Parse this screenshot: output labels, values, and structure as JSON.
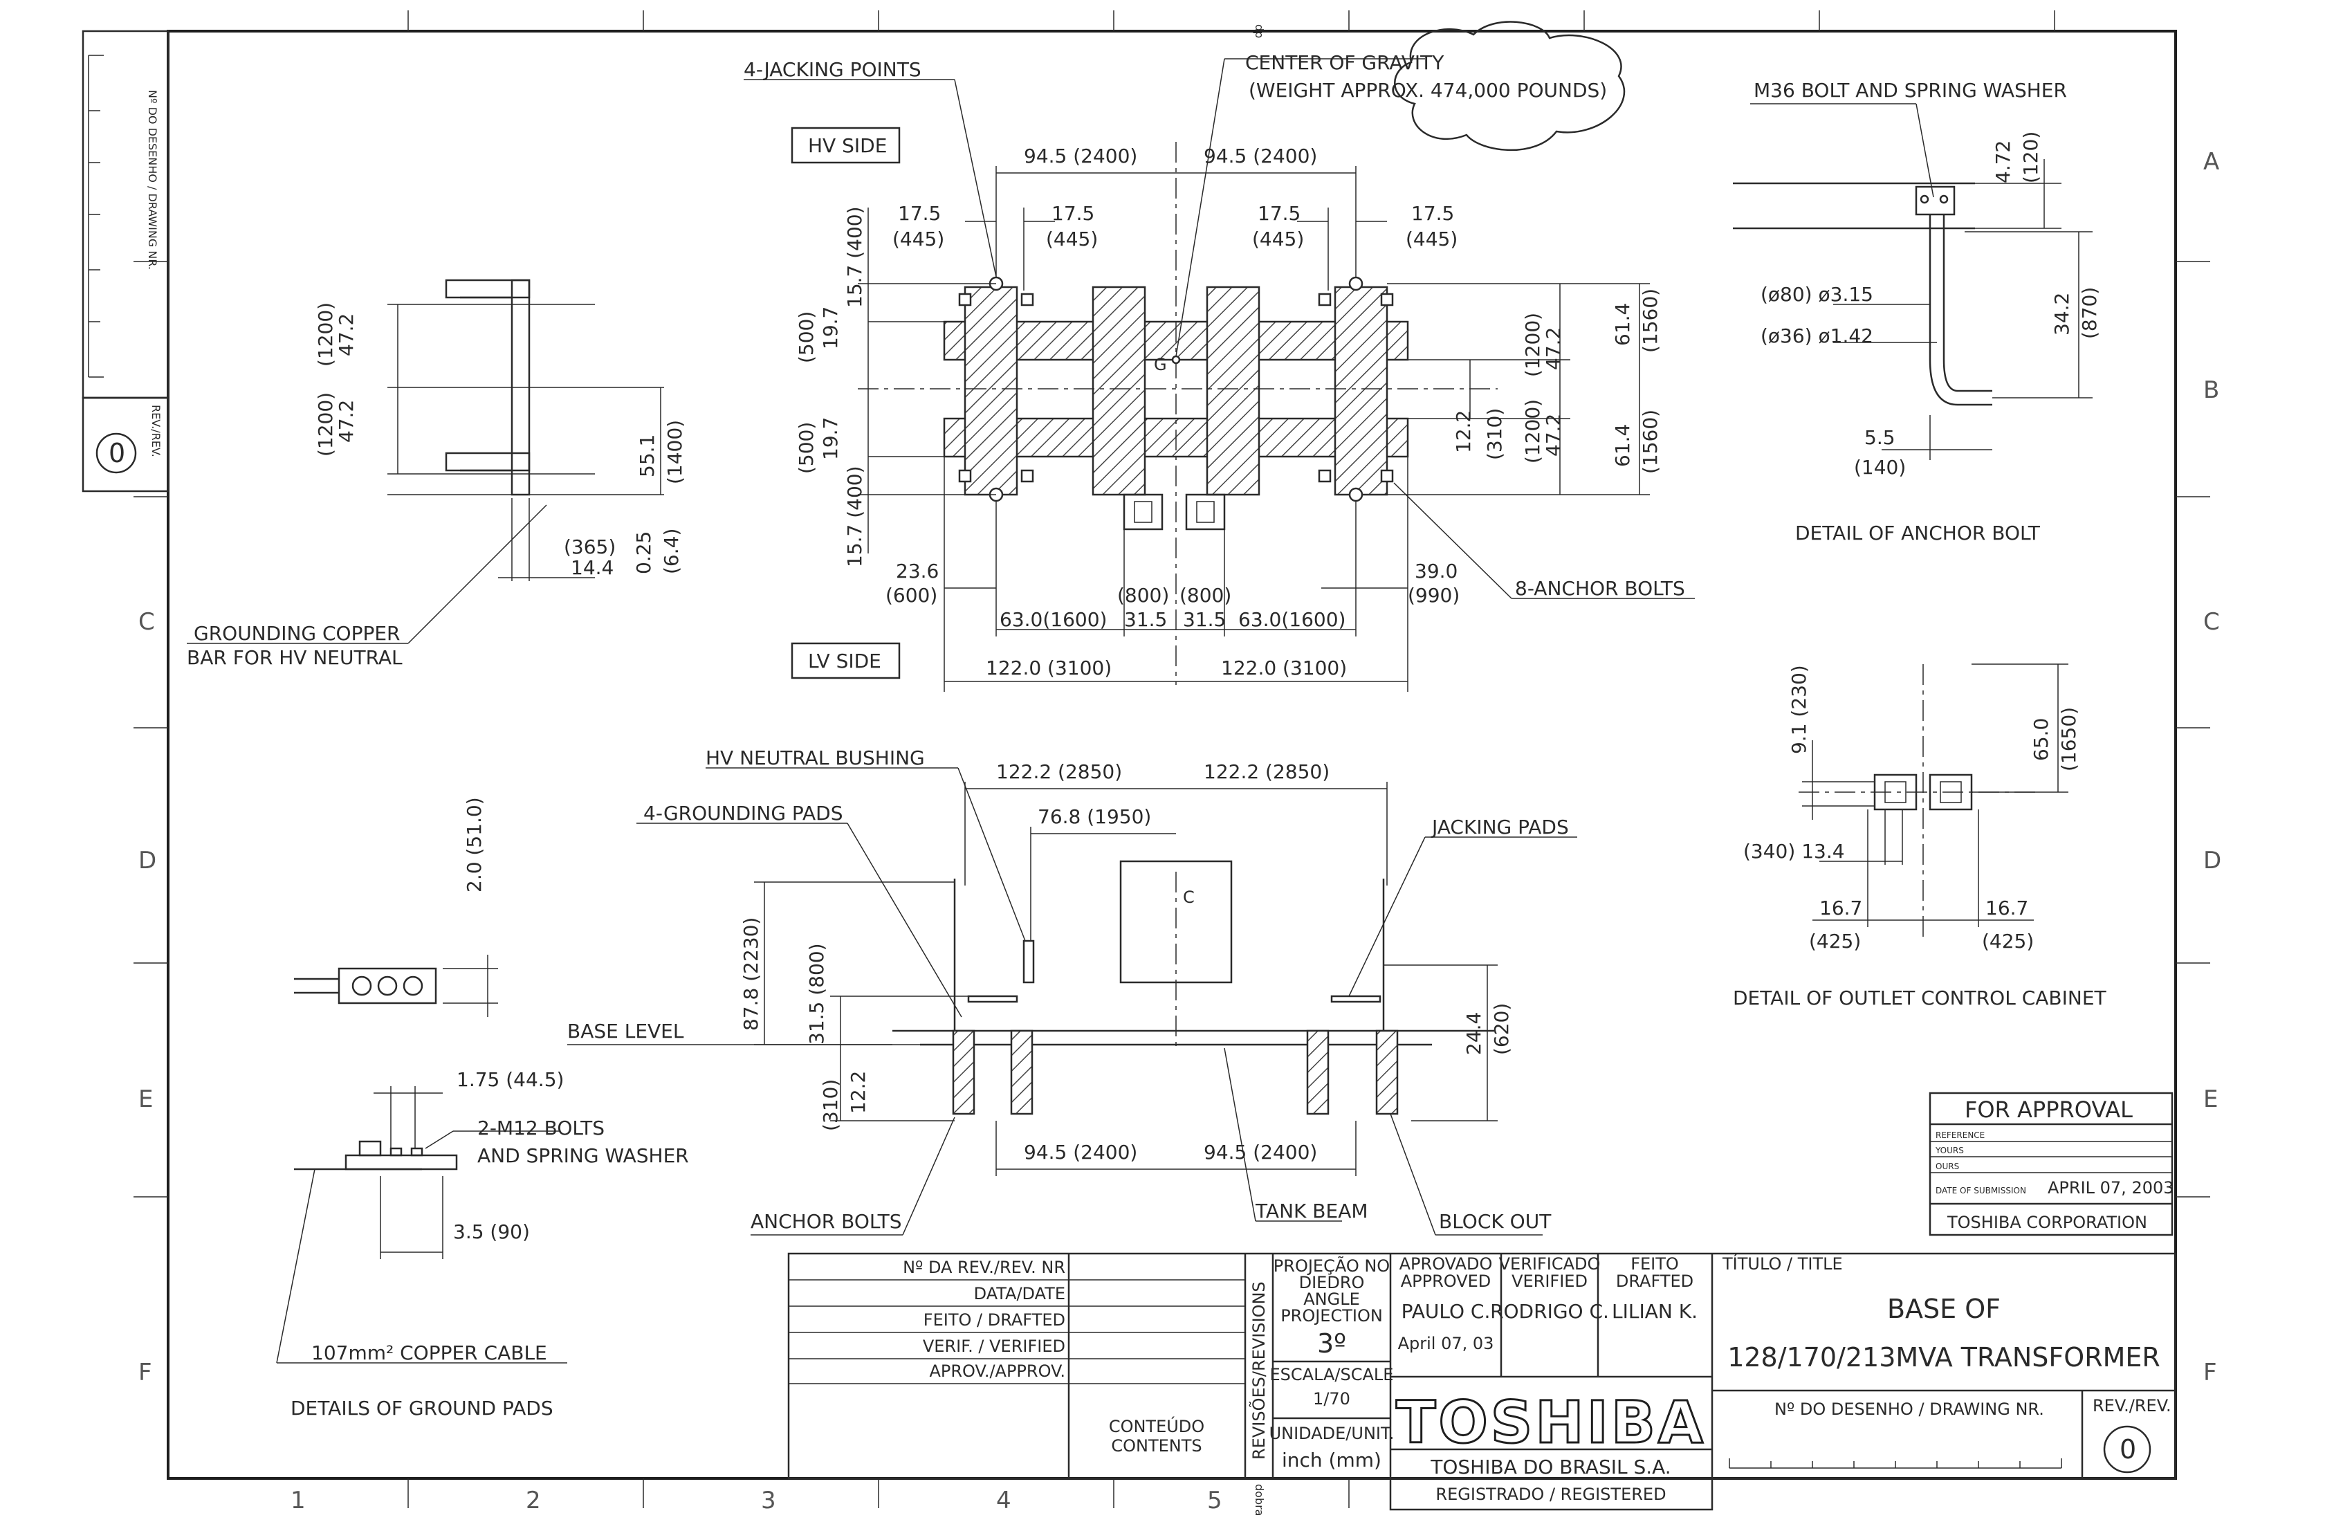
{
  "border": {
    "cols": [
      "1",
      "2",
      "3",
      "4",
      "5"
    ],
    "rows": [
      "A",
      "B",
      "C",
      "D",
      "E",
      "F"
    ],
    "side_label": "Nº DO DESENHO / DRAWING NR.",
    "side_rev": "REV./REV.",
    "side_rev_value": "0",
    "top_fold": "dp",
    "bottom_fold": "dobra"
  },
  "plan": {
    "jacking_points": "4-JACKING POINTS",
    "cog": "CENTER OF GRAVITY",
    "weight": "(WEIGHT APPROX. 474,000 POUNDS)",
    "hv_side": "HV SIDE",
    "lv_side": "LV SIDE",
    "anchor_bolts": "8-ANCHOR BOLTS",
    "g": "G",
    "d_top_left": "94.5 (2400)",
    "d_top_right": "94.5 (2400)",
    "d_175": "17.5",
    "d_445": "(445)",
    "d_157_400": "15.7 (400)",
    "d_197": "19.7",
    "d_500": "(500)",
    "d_236": "23.6",
    "d_600": "(600)",
    "d_630_1600": "63.0(1600)",
    "d_800": "(800)",
    "d_315": "31.5",
    "d_1220": "122.0 (3100)",
    "d_390": "39.0",
    "d_990": "(990)",
    "d_472": "47.2",
    "d_1200": "(1200)",
    "d_614": "61.4",
    "d_1560": "(1560)",
    "d_122": "12.2",
    "d_310": "(310)"
  },
  "left": {
    "grounding_bar": "GROUNDING COPPER",
    "grounding_bar2": "BAR FOR HV NEUTRAL",
    "d_472": "47.2",
    "d_1200": "(1200)",
    "d_551": "55.1",
    "d_1400": "(1400)",
    "d_365": "(365)",
    "d_144": "14.4",
    "d_025": "0.25",
    "d_64": "(6.4)"
  },
  "elevation": {
    "hv_bushing": "HV NEUTRAL BUSHING",
    "grounding_pads": "4-GROUNDING PADS",
    "jacking_pads": "JACKING PADS",
    "base_level": "BASE LEVEL",
    "anchor_bolts": "ANCHOR BOLTS",
    "tank_beam": "TANK BEAM",
    "block_out": "BLOCK OUT",
    "c": "C",
    "d_1222": "122.2 (2850)",
    "d_768": "76.8 (1950)",
    "d_878": "87.8 (2230)",
    "d_315": "31.5 (800)",
    "d_122": "12.2",
    "d_310": "(310)",
    "d_244": "24.4",
    "d_620": "(620)",
    "d_945": "94.5 (2400)"
  },
  "ground_pads": {
    "d_20": "2.0 (51.0)",
    "d_175": "1.75 (44.5)",
    "bolts": "2-M12 BOLTS",
    "washer": "AND SPRING WASHER",
    "d_35": "3.5 (90)",
    "cable": "107mm² COPPER CABLE",
    "title": "DETAILS OF GROUND PADS"
  },
  "anchor_detail": {
    "title_top": "M36 BOLT AND SPRING WASHER",
    "d_472": "4.72",
    "d_120": "(120)",
    "d_342": "34.2",
    "d_870": "(870)",
    "phi80": "(ø80) ø3.15",
    "phi36": "(ø36) ø1.42",
    "d_55": "5.5",
    "d_140": "(140)",
    "title": "DETAIL OF ANCHOR BOLT"
  },
  "cabinet_detail": {
    "d_91": "9.1 (230)",
    "d_650": "65.0",
    "d_1650": "(1650)",
    "d_134": "(340) 13.4",
    "d_167": "16.7",
    "d_425": "(425)",
    "title": "DETAIL OF OUTLET CONTROL CABINET"
  },
  "approval": {
    "title": "FOR APPROVAL",
    "reference": "REFERENCE",
    "yours": "YOURS",
    "ours": "OURS",
    "date_label": "DATE OF SUBMISSION",
    "date": "APRIL 07, 2003",
    "company": "TOSHIBA CORPORATION"
  },
  "title_block": {
    "rev_nr": "Nº DA REV./REV. NR",
    "data_date": "DATA/DATE",
    "feito": "FEITO / DRAFTED",
    "verif": "VERIF. / VERIFIED",
    "aprov": "APROV./APPROV.",
    "conteudo": "CONTEÚDO",
    "contents": "CONTENTS",
    "revisoes": "REVISÕES/REVISIONS",
    "projecao1": "PROJEÇÃO NO",
    "projecao2": "DIEDRO",
    "projecao3": "ANGLE",
    "projecao4": "PROJECTION",
    "projecao5": "3º",
    "escala": "ESCALA/SCALE",
    "escala_val": "1/70",
    "unidade": "UNIDADE/UNIT.",
    "unidade_val": "inch (mm)",
    "aprovado": "APROVADO",
    "approved": "APPROVED",
    "approved_by": "PAULO C.",
    "approved_date": "April 07, 03",
    "verificado": "VERIFICADO",
    "verified": "VERIFIED",
    "verified_by": "RODRIGO C.",
    "feito2": "FEITO",
    "drafted": "DRAFTED",
    "drafted_by": "LILIAN K.",
    "titulo": "TÍTULO / TITLE",
    "title1": "BASE OF",
    "title2": "128/170/213MVA TRANSFORMER",
    "logo": "TOSHIBA",
    "company": "TOSHIBA DO BRASIL S.A.",
    "registered": "REGISTRADO / REGISTERED",
    "drawing_nr": "Nº DO DESENHO / DRAWING NR.",
    "rev": "REV./REV.",
    "rev_value": "0"
  }
}
